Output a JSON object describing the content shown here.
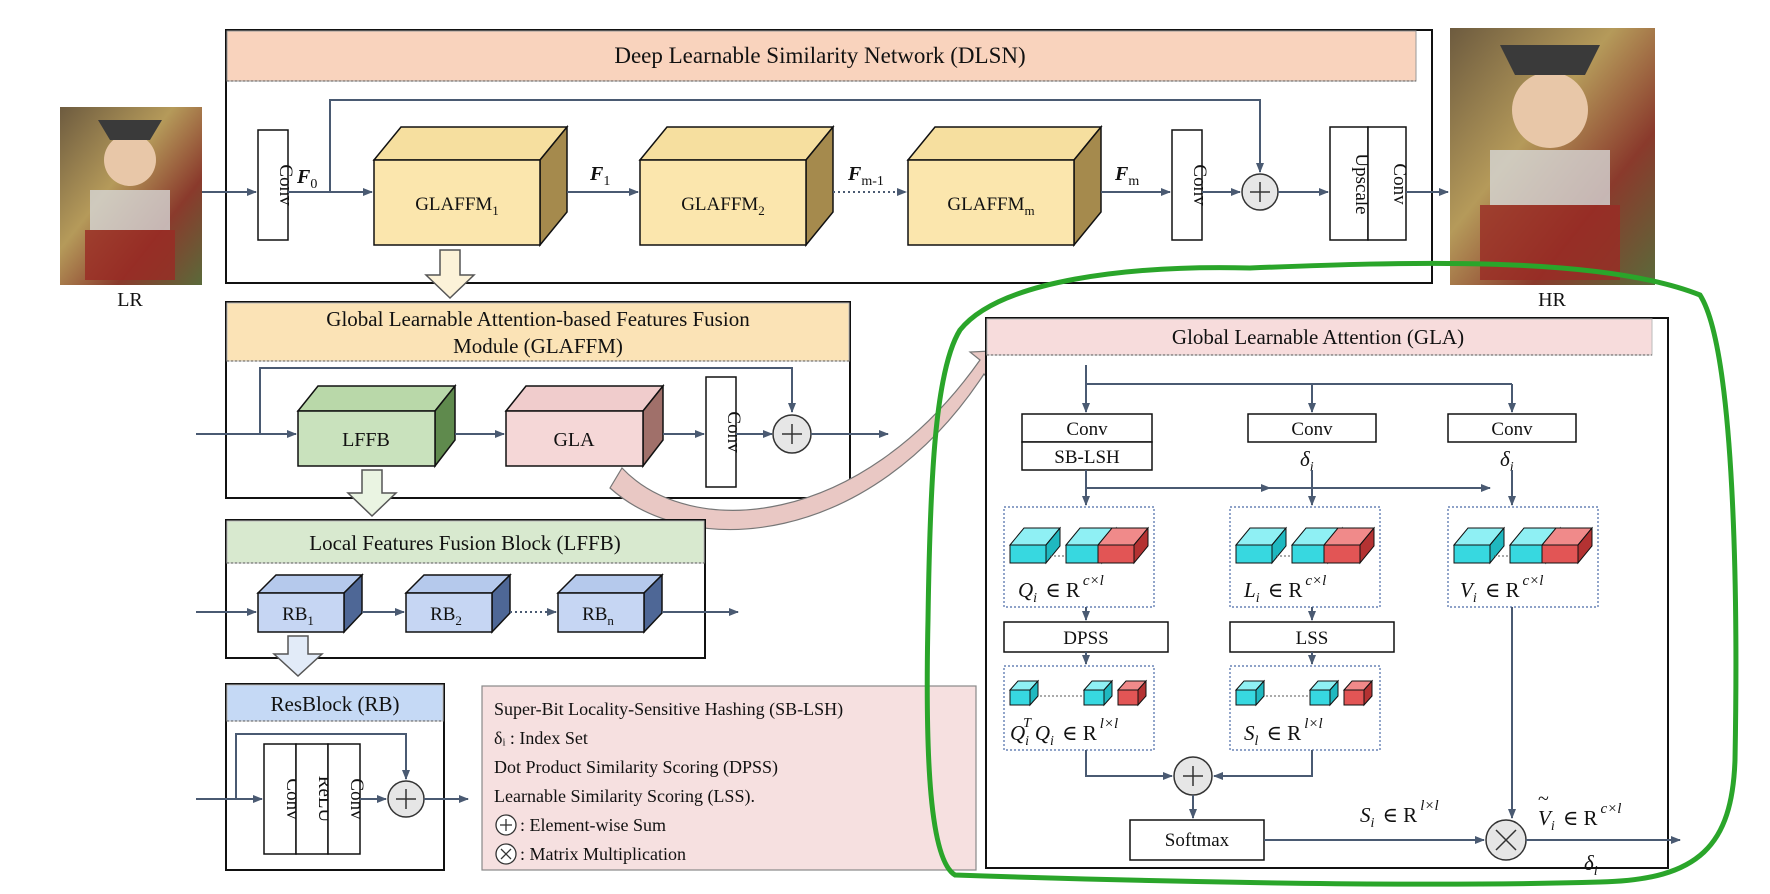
{
  "dlsn": {
    "title": "Deep Learnable Similarity Network (DLSN)",
    "conv": "Conv",
    "f0": "F",
    "f0_sub": "0",
    "f1": "F",
    "f1_sub": "1",
    "fm1": "F",
    "fm1_sub": "m-1",
    "fm": "F",
    "fm_sub": "m",
    "glaffm1": "GLAFFM",
    "glaffm1_sub": "1",
    "glaffm2": "GLAFFM",
    "glaffm2_sub": "2",
    "glaffmm": "GLAFFM",
    "glaffmm_sub": "m",
    "upscale": "Upscale",
    "lr_label": "LR",
    "hr_label": "HR"
  },
  "glaffm": {
    "title_line1": "Global Learnable Attention-based Features Fusion",
    "title_line2": "Module (GLAFFM)",
    "lffb": "LFFB",
    "gla": "GLA",
    "conv": "Conv"
  },
  "lffb": {
    "title": "Local Features Fusion Block (LFFB)",
    "rb1": "RB",
    "rb1_sub": "1",
    "rb2": "RB",
    "rb2_sub": "2",
    "rbn": "RB",
    "rbn_sub": "n"
  },
  "resblock": {
    "title": "ResBlock (RB)",
    "conv1": "Conv",
    "relu": "ReLU",
    "conv2": "Conv"
  },
  "legend": {
    "line1": "Super-Bit Locality-Sensitive Hashing (SB-LSH)",
    "line2": "δᵢ : Index Set",
    "line3": "Dot Product Similarity Scoring (DPSS)",
    "line4": "Learnable Similarity Scoring  (LSS).",
    "line5": ": Element-wise Sum",
    "line6": ": Matrix Multiplication"
  },
  "gla": {
    "title": "Global Learnable Attention (GLA)",
    "conv_q": "Conv",
    "sblsh": "SB-LSH",
    "conv_l": "Conv",
    "conv_v": "Conv",
    "delta": "δ",
    "delta_sub": "i",
    "q_expr": "Q",
    "l_expr": "L",
    "v_expr": "V",
    "in_r": "∈  R",
    "cxl": "c×l",
    "lxl": "l×l",
    "dpss": "DPSS",
    "lss": "LSS",
    "qtq": "Q",
    "sl": "S",
    "sl_sub": "l",
    "softmax": "Softmax",
    "si": "S",
    "vtilde": "V",
    "delta_out": "δ"
  },
  "colors": {
    "dlsn_header": "#f9d3bd",
    "glaffm_header": "#fbe3b6",
    "lffb_header": "#d8e9cf",
    "rb_header": "#c5d9f5",
    "gla_header": "#f7dcdc",
    "legend_bg": "#f6e0e0",
    "glaffm_block": "#fbe6ad",
    "lffb_block": "#c9e2bd",
    "gla_block": "#f5d7d7",
    "rb_block": "#c6d6f3",
    "cyan": "#37d8e0",
    "red": "#e25555",
    "green_outline": "#2aa52a"
  }
}
